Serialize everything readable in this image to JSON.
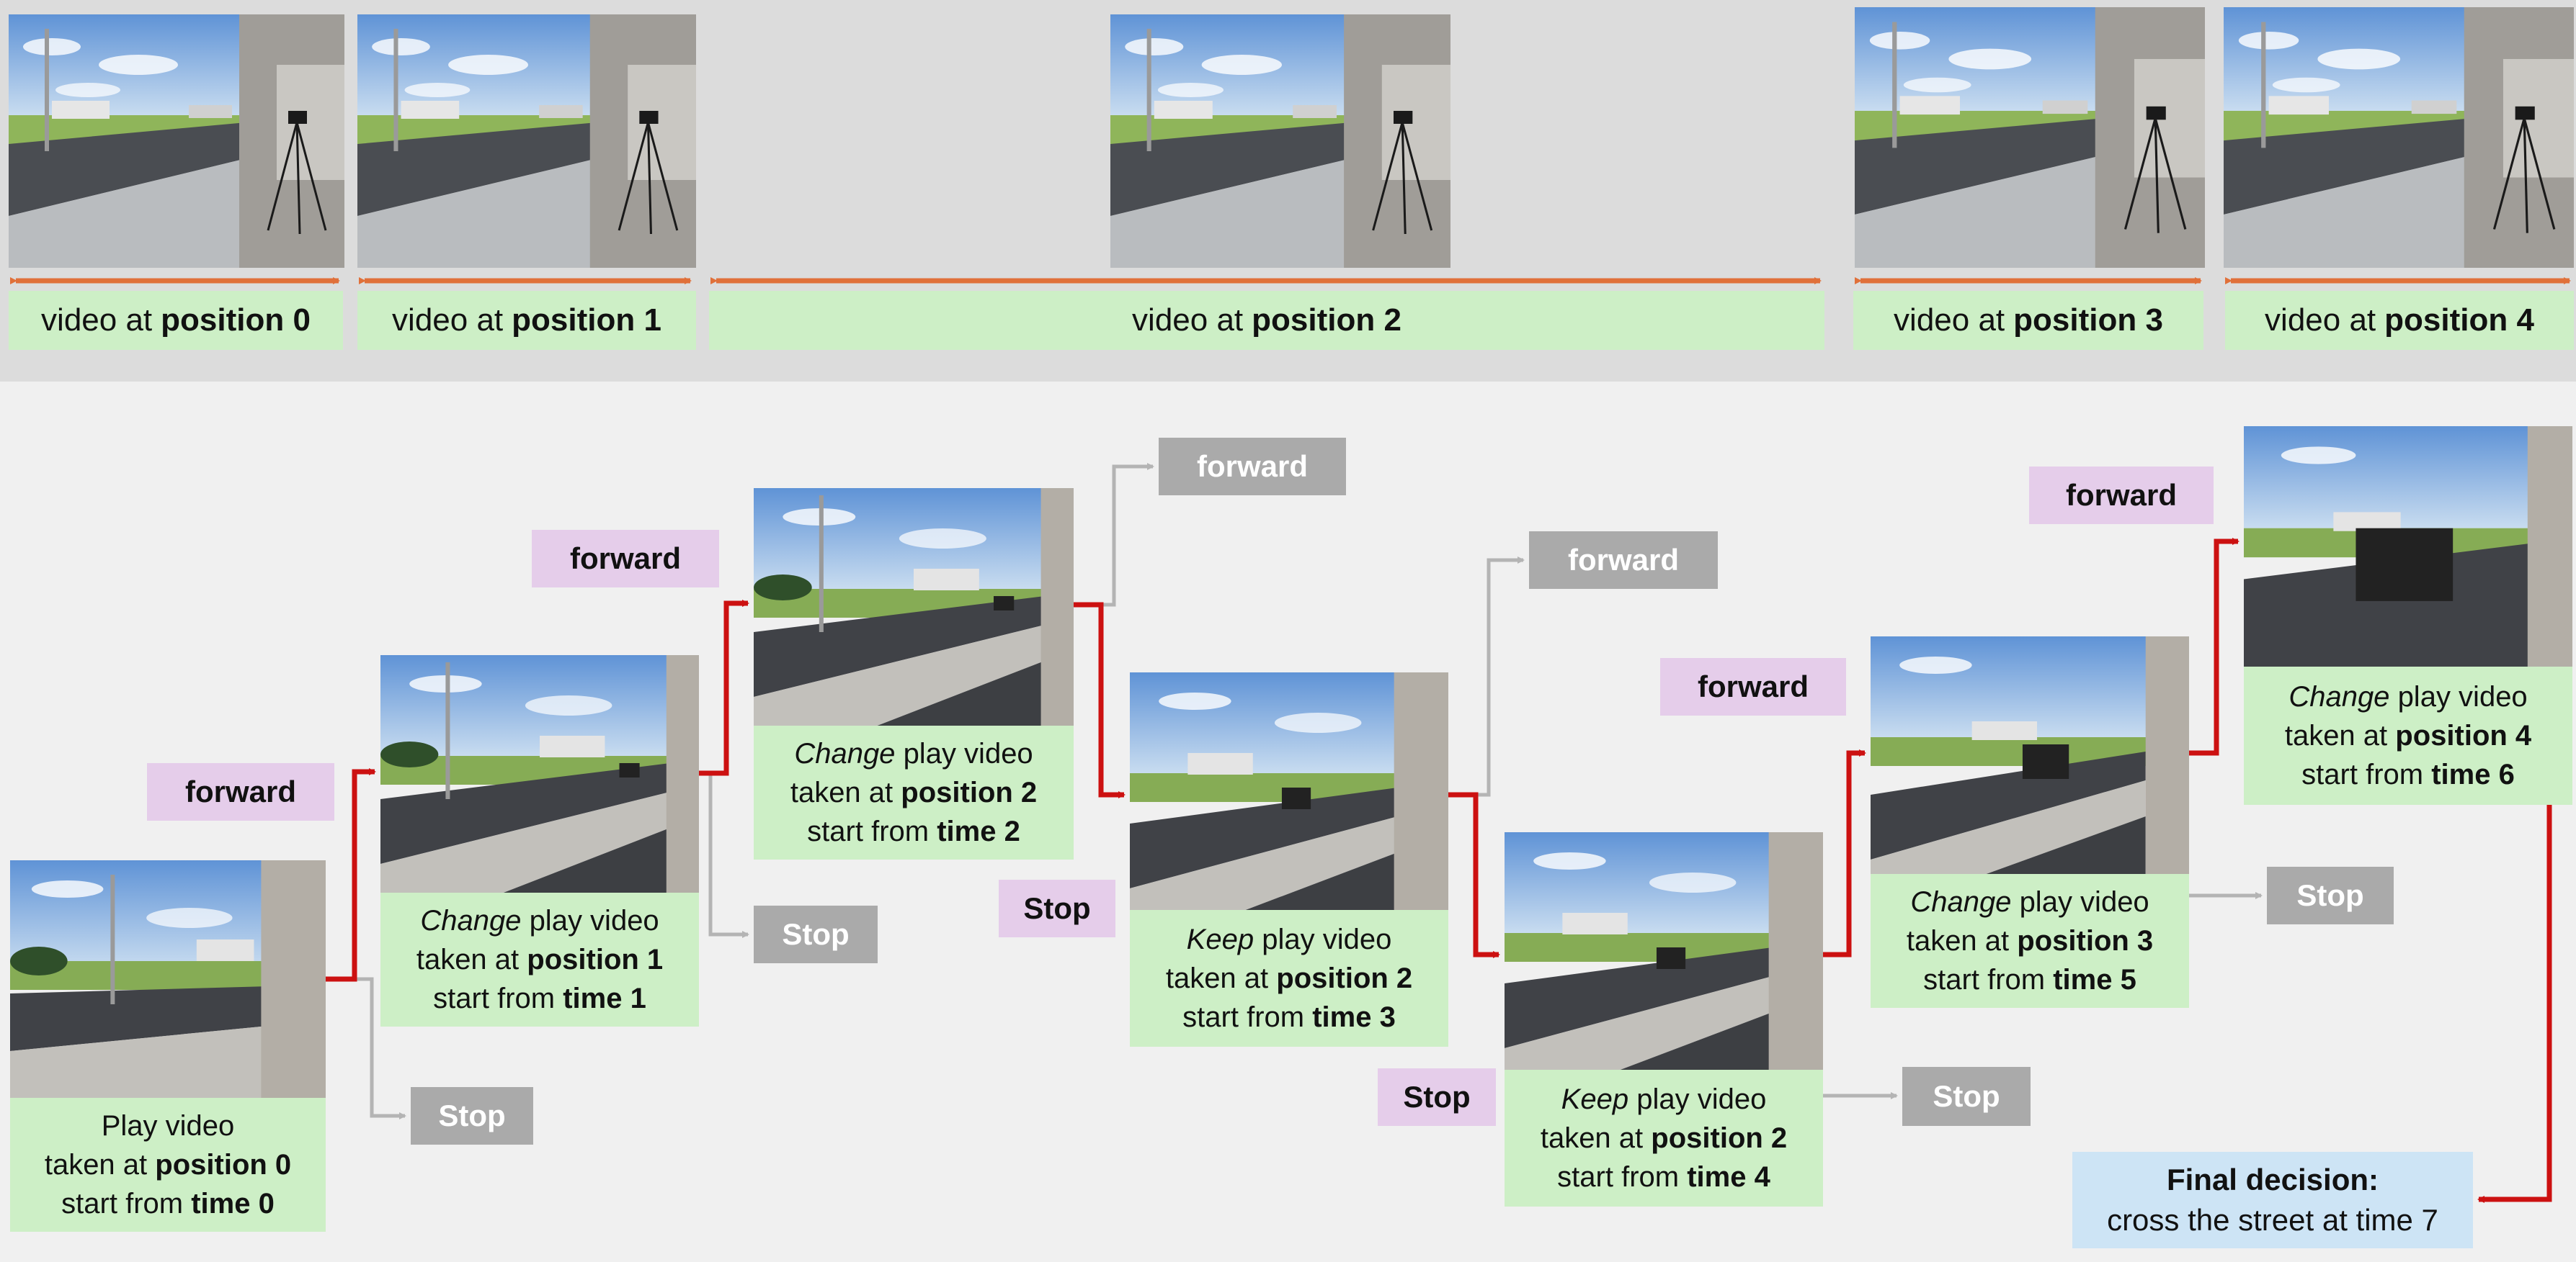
{
  "top": {
    "labels": [
      {
        "prefix": "video at",
        "bold": "position 0"
      },
      {
        "prefix": "video at",
        "bold": "position 1"
      },
      {
        "prefix": "video at",
        "bold": "position 2"
      },
      {
        "prefix": "video at",
        "bold": "position 3"
      },
      {
        "prefix": "video at",
        "bold": "position 4"
      }
    ]
  },
  "steps": [
    {
      "line1": "Play video",
      "line2_prefix": "taken at",
      "line2_bold": "position 0",
      "line3_prefix": "start from",
      "line3_bold": "time 0"
    },
    {
      "line1_em": "Change",
      "line1_rest": "play video",
      "line2_prefix": "taken at",
      "line2_bold": "position 1",
      "line3_prefix": "start from",
      "line3_bold": "time 1"
    },
    {
      "line1_em": "Change",
      "line1_rest": "play video",
      "line2_prefix": "taken at",
      "line2_bold": "position 2",
      "line3_prefix": "start from",
      "line3_bold": "time 2"
    },
    {
      "line1_em": "Keep",
      "line1_rest": "play video",
      "line2_prefix": "taken at",
      "line2_bold": "position 2",
      "line3_prefix": "start from",
      "line3_bold": "time 3"
    },
    {
      "line1_em": "Keep",
      "line1_rest": "play video",
      "line2_prefix": "taken at",
      "line2_bold": "position 2",
      "line3_prefix": "start from",
      "line3_bold": "time 4"
    },
    {
      "line1_em": "Change",
      "line1_rest": "play video",
      "line2_prefix": "taken at",
      "line2_bold": "position 3",
      "line3_prefix": "start from",
      "line3_bold": "time 5"
    },
    {
      "line1_em": "Change",
      "line1_rest": "play video",
      "line2_prefix": "taken at",
      "line2_bold": "position 4",
      "line3_prefix": "start from",
      "line3_bold": "time 6"
    }
  ],
  "decisions": {
    "forward": "forward",
    "stop": "Stop"
  },
  "final": {
    "title": "Final decision:",
    "text": "cross the street at time 7"
  },
  "colors": {
    "arrow_red": "#cc1111",
    "arrow_gray": "#b4b4b4",
    "arrow_orange": "#e0703a",
    "label_green": "#cdefc6",
    "tag_purple": "#e5cdea",
    "tag_gray": "#aaaaaa",
    "final_blue": "#cde4f5"
  }
}
